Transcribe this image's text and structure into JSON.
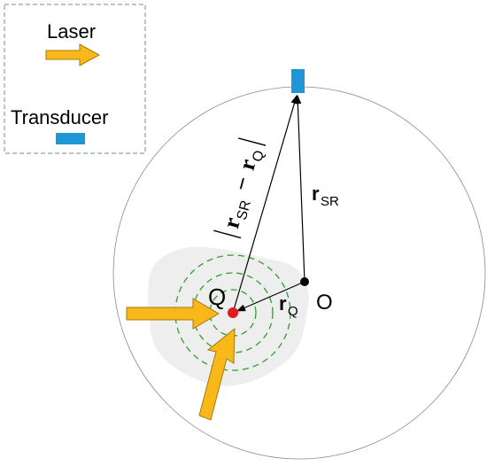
{
  "legend": {
    "laser_label": "Laser",
    "transducer_label": "Transducer"
  },
  "labels": {
    "point_q": "Q",
    "origin": "O",
    "r_q_main": "r",
    "r_q_sub": "Q",
    "r_sr_main": "r",
    "r_sr_sub": "SR",
    "diff_r1_main": "r",
    "diff_r1_sub": "SR",
    "diff_minus": "−",
    "diff_r2_main": "r",
    "diff_r2_sub": "Q"
  },
  "colors": {
    "laser": "#f8b81a",
    "laser_edge": "#a57a0a",
    "transducer": "#1f96d6",
    "source_point": "#e21b1b",
    "wave_rings": "#2aa12a",
    "tissue_fill": "#eeeeee",
    "circle_outline": "#8a8a8a",
    "legend_border": "#a7b1bb"
  },
  "icons": {
    "laser": "laser-arrow-icon",
    "transducer": "transducer-rect-icon"
  }
}
